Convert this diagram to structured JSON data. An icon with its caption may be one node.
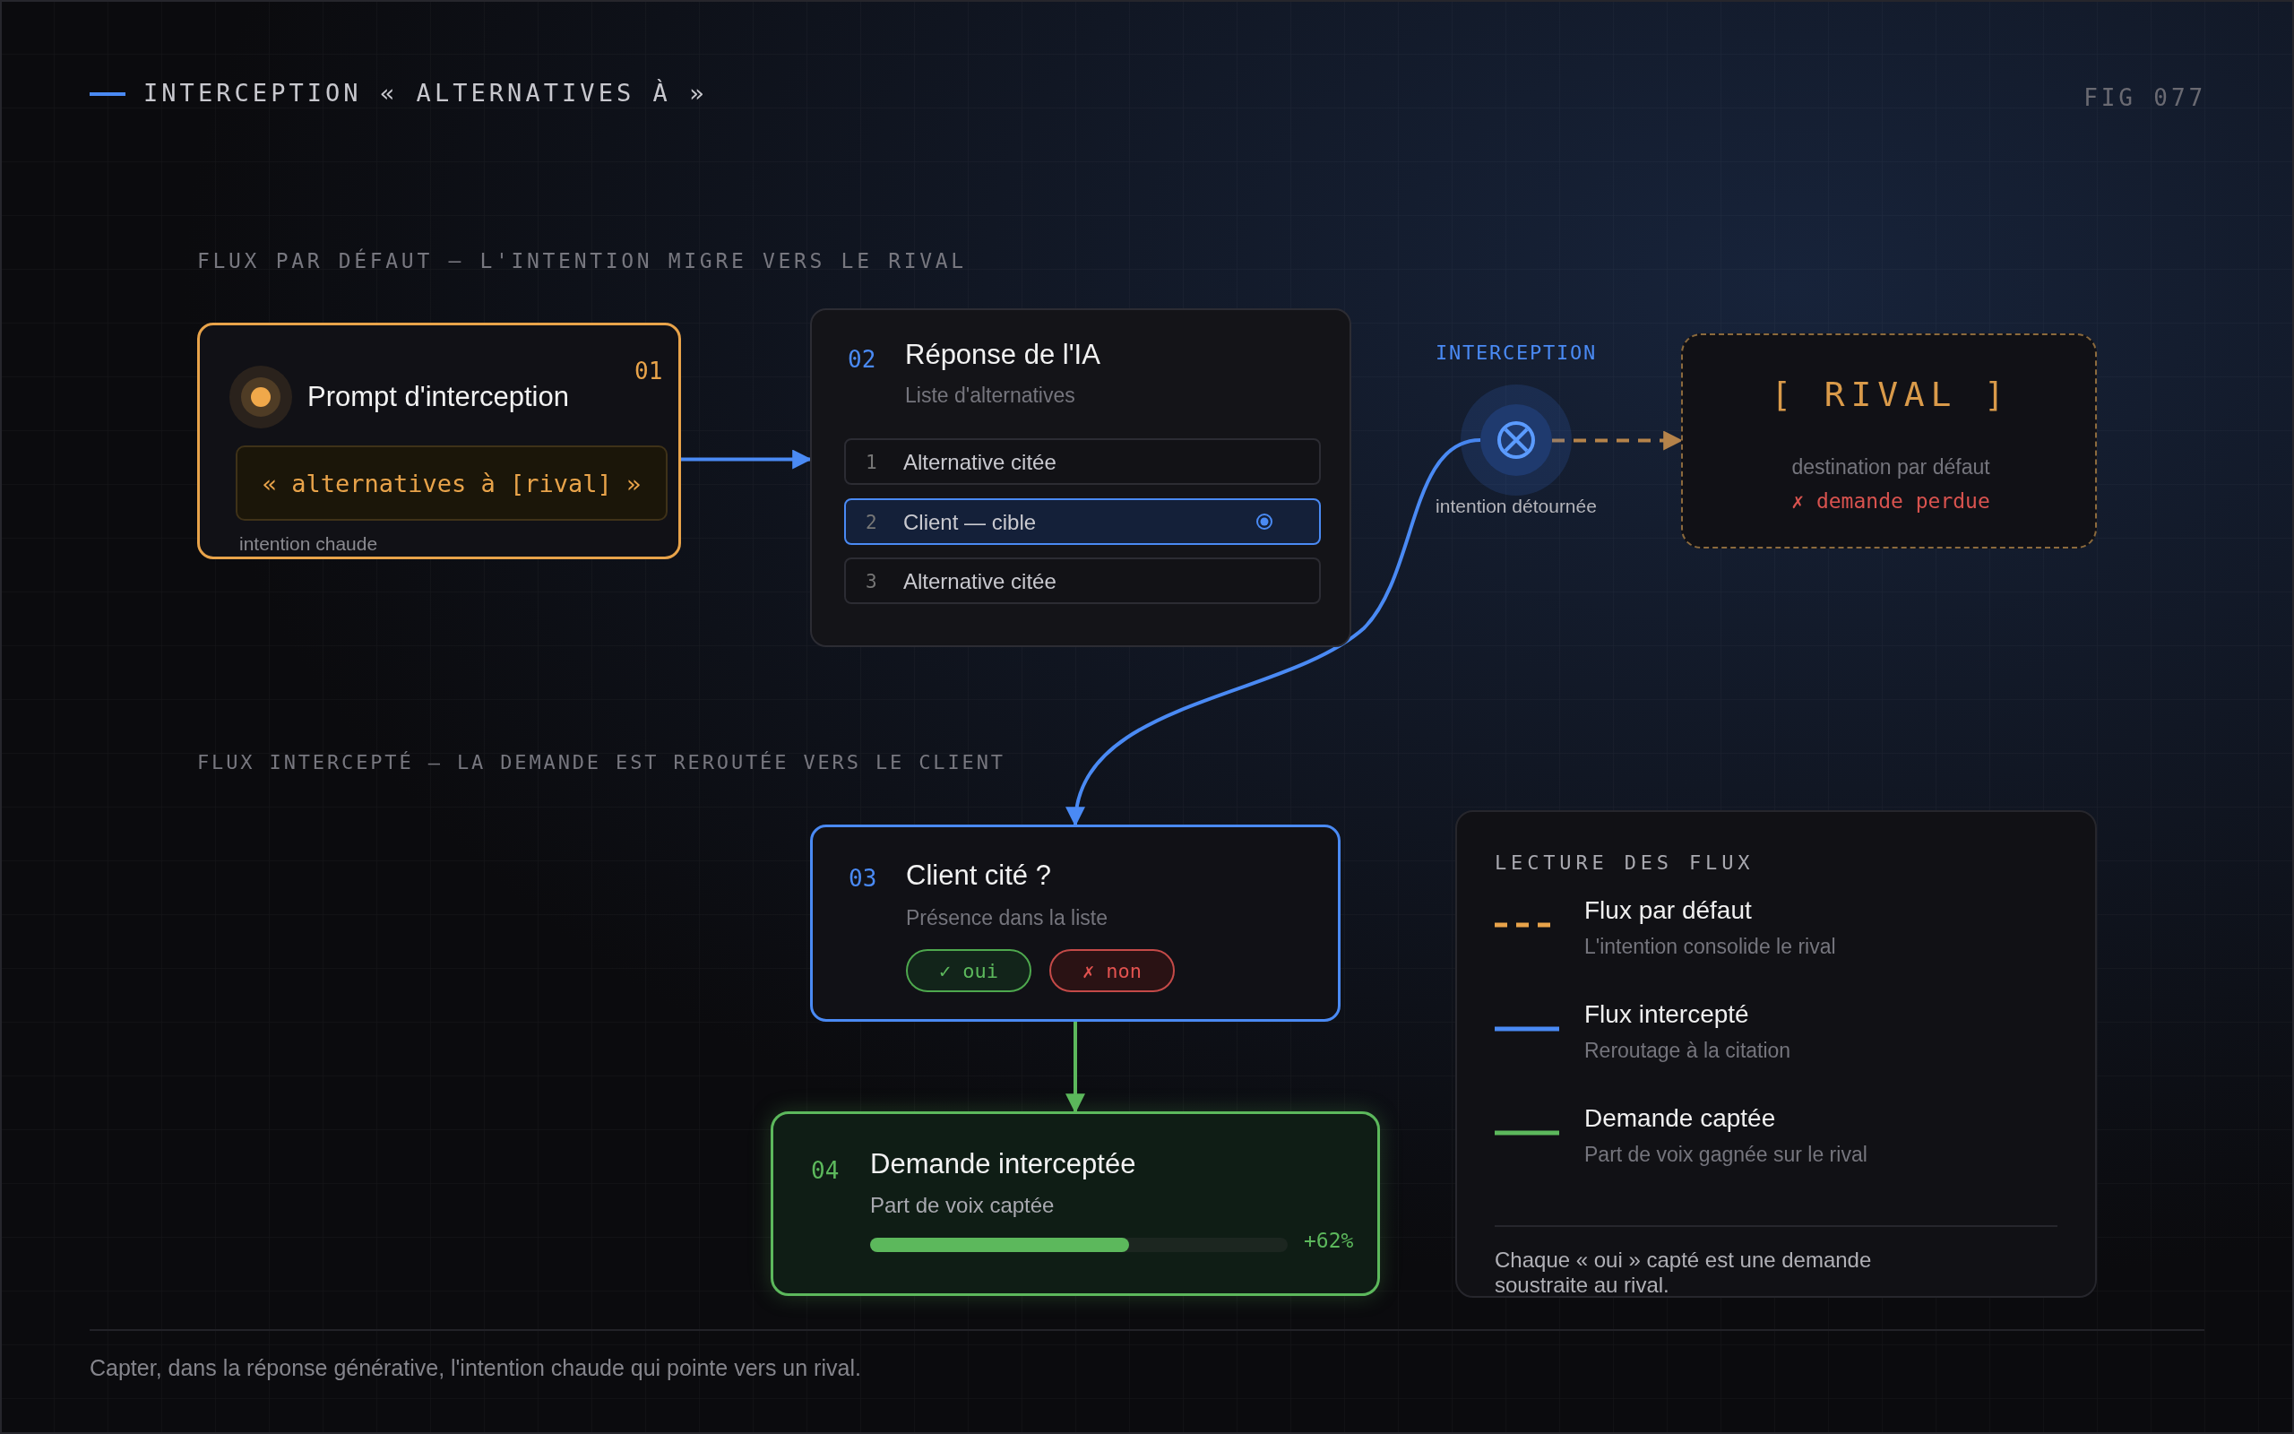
{
  "diagram": {
    "title": "INTERCEPTION « ALTERNATIVES À »",
    "caption": "Capter, dans la réponse générative, l'intention chaude qui pointe vers un rival.",
    "nodes": [
      {
        "text": [
          "Prompt d'interception",
          "01",
          "intention chaude"
        ]
      },
      {
        "text": [
          "« alternatives à [rival] »"
        ],
        "in": 0
      },
      {
        "text": [
          "02",
          "Réponse de l'IA",
          "Liste d'alternatives"
        ]
      },
      {
        "text": [
          "1",
          "Alternative citée"
        ],
        "in": 2
      },
      {
        "text": [
          "2",
          "Client — cible"
        ],
        "in": 2
      },
      {
        "text": [
          "3",
          "Alternative citée"
        ],
        "in": 2
      },
      {
        "text": [
          "INTERCEPTION",
          "intention détournée"
        ]
      },
      {
        "text": [
          "[ RIVAL ]",
          "destination par défaut",
          "✗ demande perdue"
        ]
      },
      {
        "text": [
          "03",
          "Client cité ?",
          "Présence dans la liste"
        ]
      },
      {
        "text": [
          "✓ oui"
        ],
        "in": 8
      },
      {
        "text": [
          "✗ non"
        ],
        "in": 8
      },
      {
        "text": [
          "04",
          "Demande interceptée",
          "Part de voix captée",
          "+62%"
        ]
      }
    ],
    "edges": [
      {
        "from": 0,
        "to": 2,
        "arrow": "to"
      },
      {
        "from": 6,
        "to": 7,
        "arrow": "to",
        "style": "dashed",
        "color": "#b5834a"
      },
      {
        "from": 6,
        "to": 8,
        "arrow": "to"
      },
      {
        "from": 8,
        "to": 11,
        "arrow": "to",
        "color": "#5cb85c"
      }
    ],
    "labels": [
      "FIG 077",
      "FLUX PAR DÉFAUT — L'INTENTION MIGRE VERS LE RIVAL",
      "FLUX INTERCEPTÉ — LA DEMANDE EST REROUTÉE VERS LE CLIENT",
      "LECTURE DES FLUX",
      "L'intention consolide le rival",
      "Reroutage à la citation",
      "Part de voix gagnée sur le rival",
      "Chaque « oui » capté est une demande soustraite au rival."
    ],
    "legend": [
      {
        "text": "Flux par défaut"
      },
      {
        "text": "Flux intercepté"
      },
      {
        "text": "Demande captée"
      }
    ]
  }
}
